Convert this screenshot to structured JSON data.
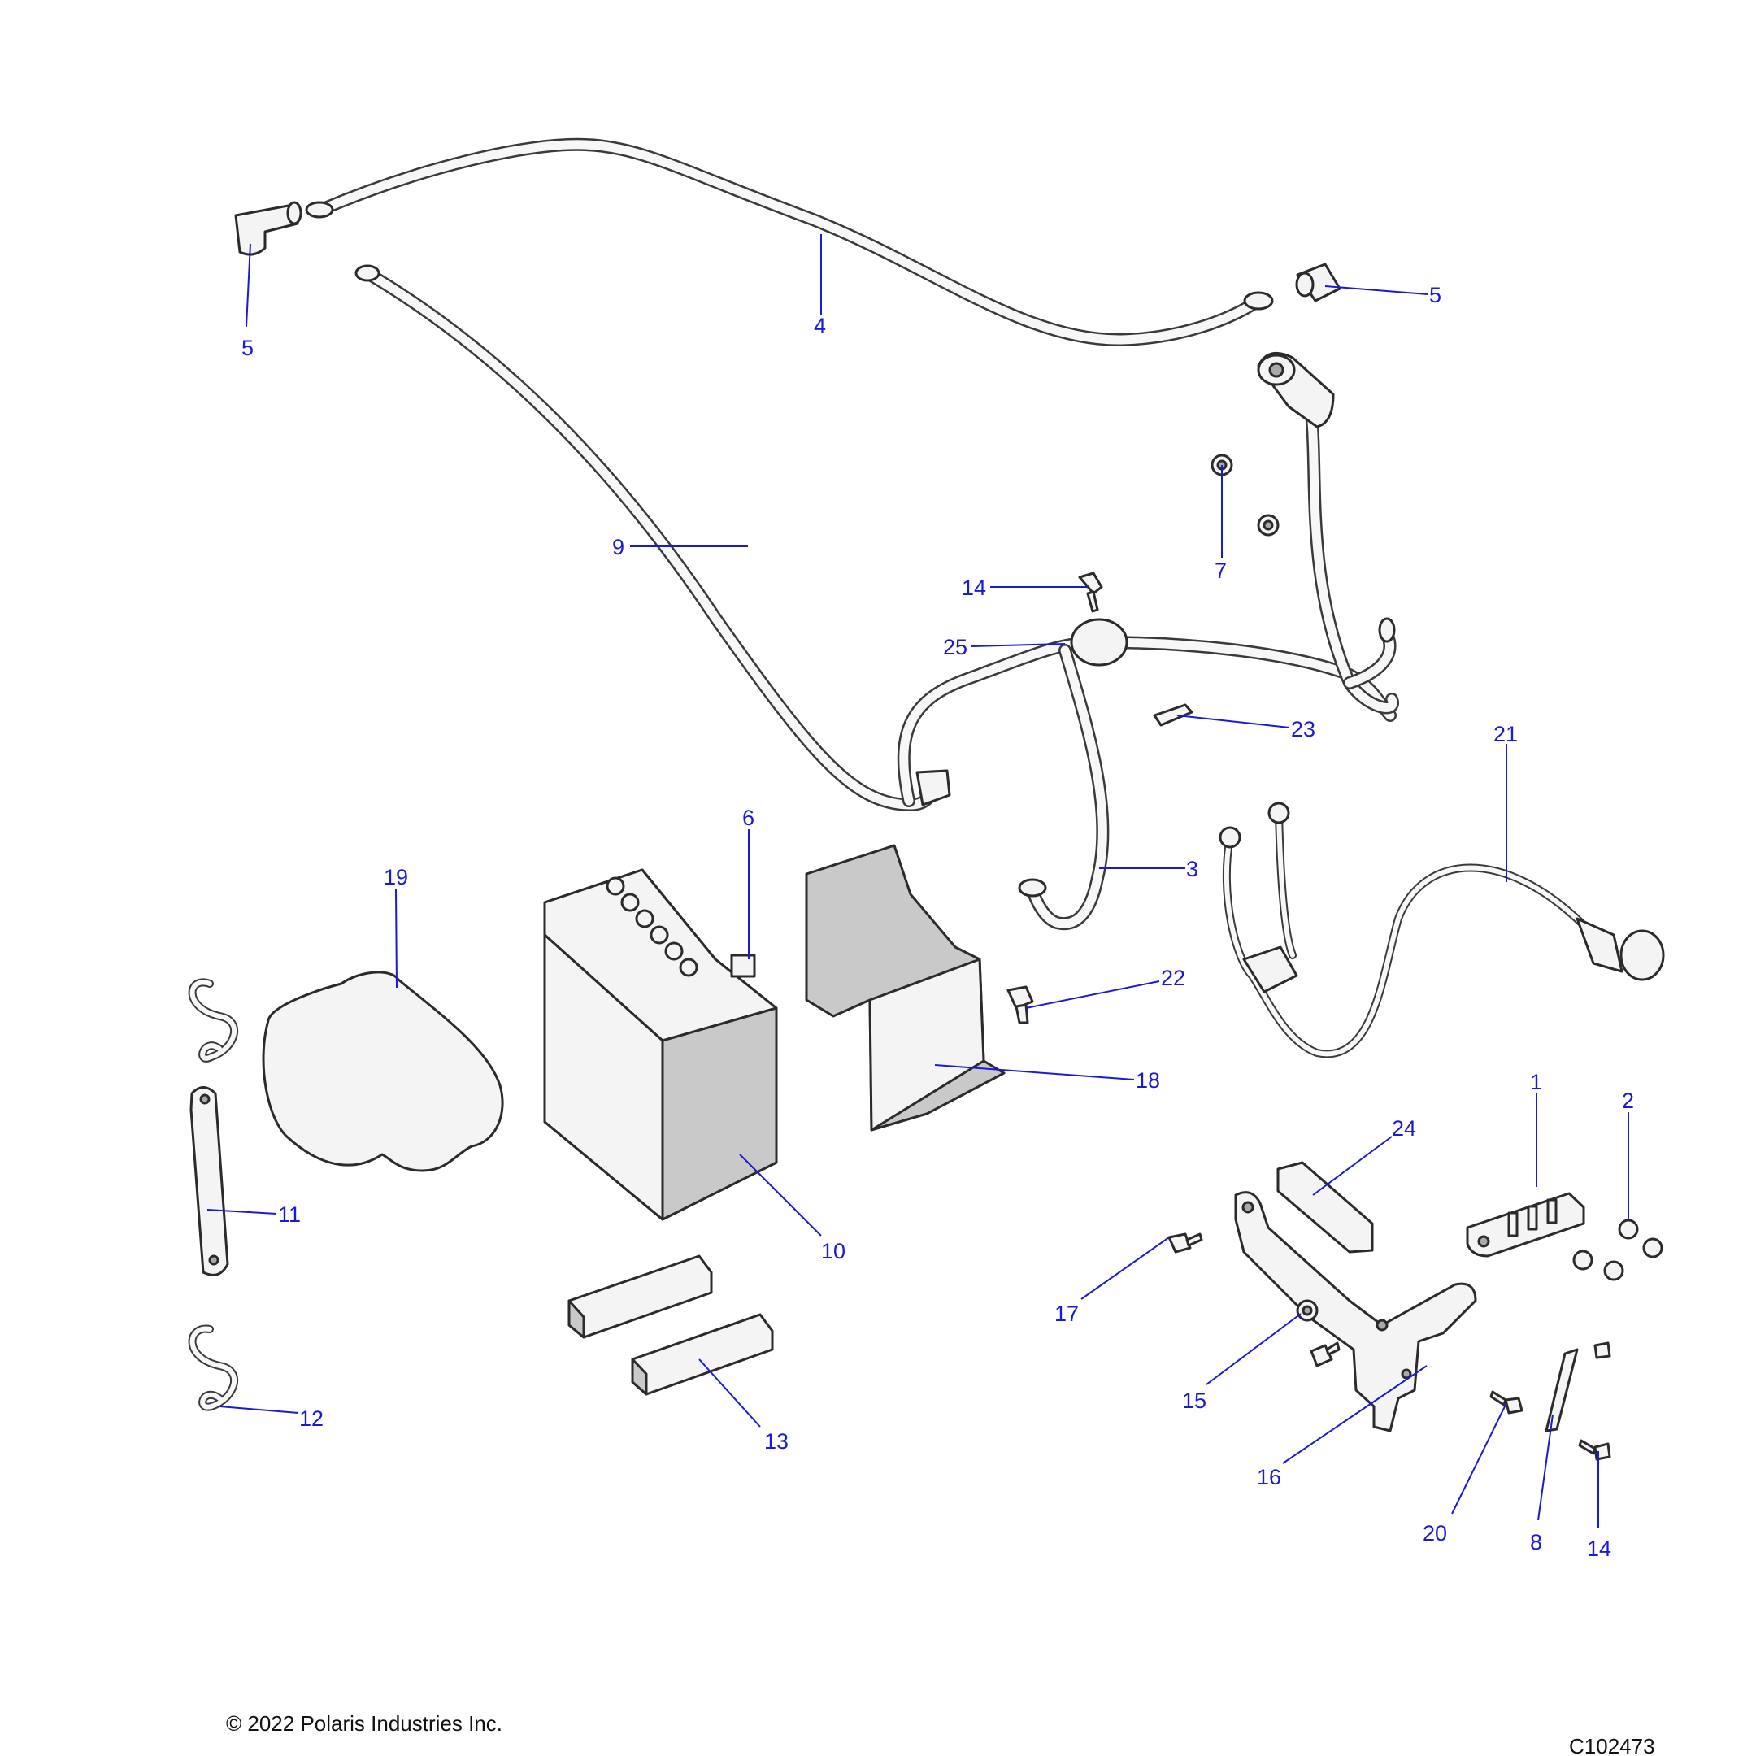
{
  "figure": {
    "copyright": "© 2022 Polaris Industries Inc.",
    "figure_id": "C102473",
    "leader_color": "#1a1ad6"
  },
  "callouts": {
    "c1": "1",
    "c2": "2",
    "c3": "3",
    "c4": "4",
    "c5a": "5",
    "c5b": "5",
    "c6": "6",
    "c7": "7",
    "c8": "8",
    "c9": "9",
    "c10": "10",
    "c11": "11",
    "c12": "12",
    "c13": "13",
    "c14a": "14",
    "c14b": "14",
    "c15": "15",
    "c16": "16",
    "c17": "17",
    "c18": "18",
    "c19": "19",
    "c20": "20",
    "c21": "21",
    "c22": "22",
    "c23": "23",
    "c24": "24",
    "c25": "25"
  }
}
